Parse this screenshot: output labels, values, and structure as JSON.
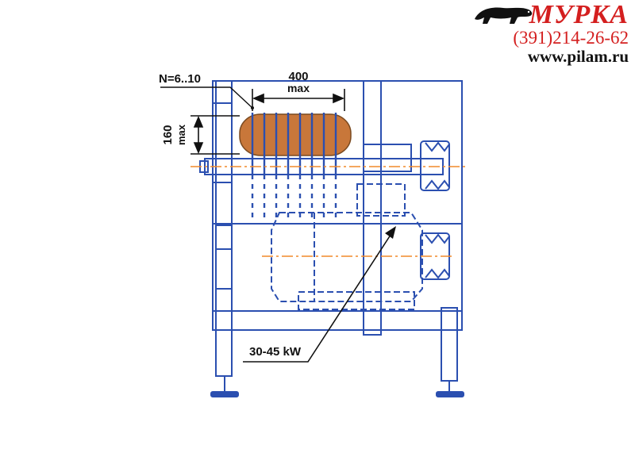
{
  "brand": {
    "name": "МУРКА",
    "phone": "(391)214-26-62",
    "site": "www.pilam.ru"
  },
  "labels": {
    "saw_count": "N=6..10",
    "width_value": "400",
    "width_unit": "max",
    "height_value": "160",
    "height_unit": "max",
    "power": "30-45 kW"
  },
  "colors": {
    "frame": "#2b4fb0",
    "log": "#c8773a",
    "axis": "#f08a2a",
    "brand": "#d41f1f",
    "text": "#111111"
  },
  "icons": [
    "panther-logo-icon"
  ]
}
